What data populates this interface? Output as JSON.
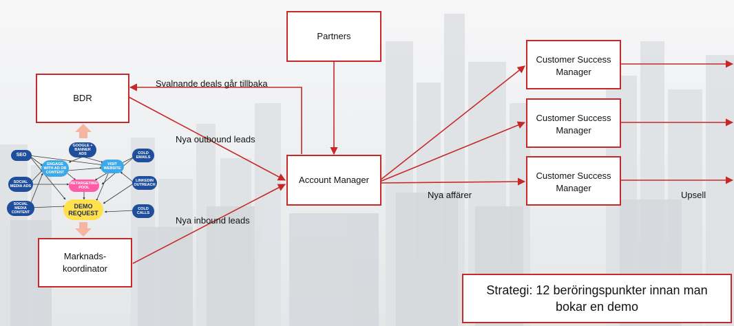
{
  "nodes": {
    "partners": "Partners",
    "bdr": "BDR",
    "account_manager": "Account Manager",
    "marknadskoordinator_line1": "Marknads-",
    "marknadskoordinator_line2": "koordinator",
    "csm1_line1": "Customer Success",
    "csm1_line2": "Manager",
    "csm2_line1": "Customer Success",
    "csm2_line2": "Manager",
    "csm3_line1": "Customer Success",
    "csm3_line2": "Manager"
  },
  "edge_labels": {
    "svalnande": "Svalnande deals går tillbaka",
    "outbound": "Nya outbound leads",
    "inbound": "Nya inbound leads",
    "nya_affarer": "Nya affärer",
    "upsell": "Upsell"
  },
  "strategy": {
    "line1": "Strategi: 12 beröringspunkter innan man",
    "line2": "bokar en demo"
  },
  "touchpoints": {
    "seo": "SEO",
    "social_media_ads_1": "SOCIAL",
    "social_media_ads_2": "MEDIA ADS",
    "social_media_content_1": "SOCIAL MEDIA",
    "social_media_content_2": "CONTENT",
    "google_1": "GOOGLE +",
    "google_2": "BANNER ADS",
    "engage_1": "ENGAGE",
    "engage_2": "WITH AD OR",
    "engage_3": "CONTENT",
    "visit_1": "VISIT",
    "visit_2": "WEBSITE",
    "retargeting_1": "RETARGETING",
    "retargeting_2": "POOL",
    "cold_emails_1": "COLD",
    "cold_emails_2": "EMAILS",
    "linkedin_1": "LINKEDIN",
    "linkedin_2": "OUTREACH",
    "cold_calls_1": "COLD",
    "cold_calls_2": "CALLS",
    "demo_1": "DEMO",
    "demo_2": "REQUEST"
  },
  "colors": {
    "accent": "#c62828",
    "node_dark": "#1f4e9c",
    "node_light": "#3da9e8",
    "node_pink": "#ff5ca8",
    "demo_yellow": "#ffe14d",
    "up_down_arrows": "#f5b5a0"
  }
}
